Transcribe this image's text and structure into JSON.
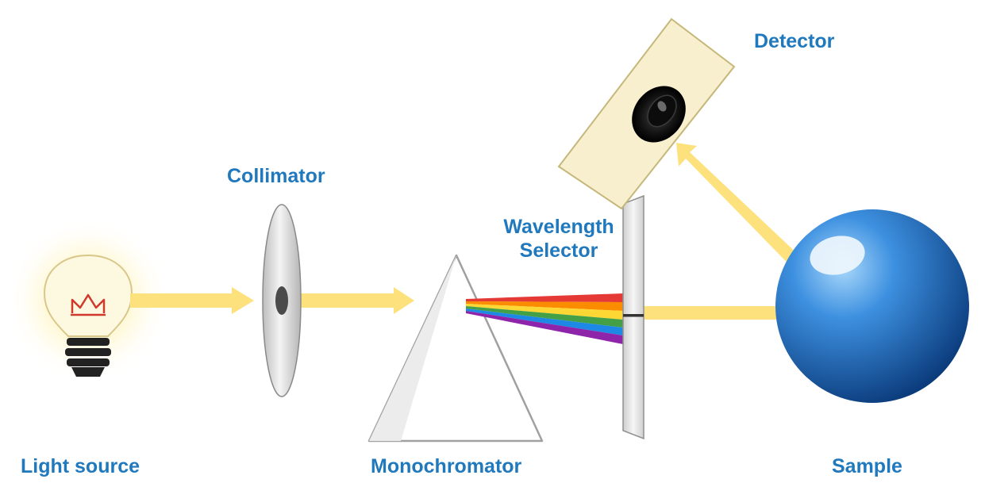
{
  "labels": {
    "light_source": "Light source",
    "collimator": "Collimator",
    "monochromator": "Monochromator",
    "wavelength_selector_line1": "Wavelength",
    "wavelength_selector_line2": "Selector",
    "sample": "Sample",
    "detector": "Detector"
  },
  "colors": {
    "label": "#2079bd",
    "beam": "#fde17d",
    "glow": "#fff3b0",
    "bulb_glass": "#fdf9e0",
    "bulb_outline": "#d9c78a",
    "filament": "#d0392b",
    "bulb_base": "#222222",
    "lens_fill": "#d8d8d8",
    "lens_stroke": "#8a8a8a",
    "prism_stroke": "#a0a0a0",
    "prism_shade": "#ececec",
    "selector_fill": "#e2e2e2",
    "selector_stroke": "#909090",
    "detector_fill": "#f7efcd",
    "detector_stroke": "#c6b77a",
    "sample_light": "#9ed0f7",
    "sample_mid": "#3b8ee0",
    "sample_dark": "#0b3f82",
    "spectrum": [
      "#e53935",
      "#fb8c00",
      "#fdd835",
      "#43a047",
      "#1e88e5",
      "#8e24aa"
    ]
  }
}
